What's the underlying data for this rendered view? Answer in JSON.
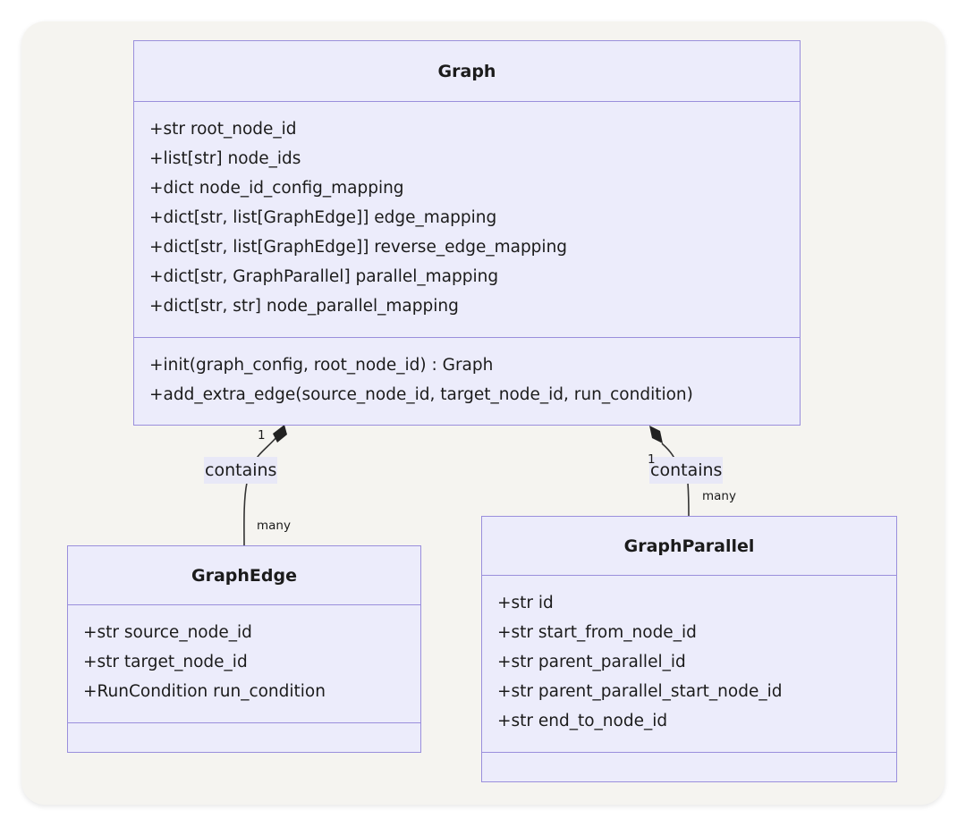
{
  "classes": {
    "graph": {
      "name": "Graph",
      "attributes": [
        "+str root_node_id",
        "+list[str] node_ids",
        "+dict node_id_config_mapping",
        "+dict[str, list[GraphEdge]] edge_mapping",
        "+dict[str, list[GraphEdge]] reverse_edge_mapping",
        "+dict[str, GraphParallel] parallel_mapping",
        "+dict[str, str] node_parallel_mapping"
      ],
      "methods": [
        "+init(graph_config, root_node_id) : Graph",
        "+add_extra_edge(source_node_id, target_node_id, run_condition)"
      ]
    },
    "graph_edge": {
      "name": "GraphEdge",
      "attributes": [
        "+str source_node_id",
        "+str target_node_id",
        "+RunCondition run_condition"
      ],
      "methods": []
    },
    "graph_parallel": {
      "name": "GraphParallel",
      "attributes": [
        "+str id",
        "+str start_from_node_id",
        "+str parent_parallel_id",
        "+str parent_parallel_start_node_id",
        "+str end_to_node_id"
      ],
      "methods": []
    }
  },
  "relations": [
    {
      "from": "Graph",
      "to": "GraphEdge",
      "type": "composition",
      "label": "contains",
      "source_multiplicity": "1",
      "target_multiplicity": "many"
    },
    {
      "from": "Graph",
      "to": "GraphParallel",
      "type": "composition",
      "label": "contains",
      "source_multiplicity": "1",
      "target_multiplicity": "many"
    }
  ],
  "colors": {
    "background": "#f5f4f0",
    "class_fill": "#ececfb",
    "class_border": "#9a8fdc",
    "label_fill": "#e8e8f7",
    "line": "#333333",
    "diamond": "#222222"
  }
}
